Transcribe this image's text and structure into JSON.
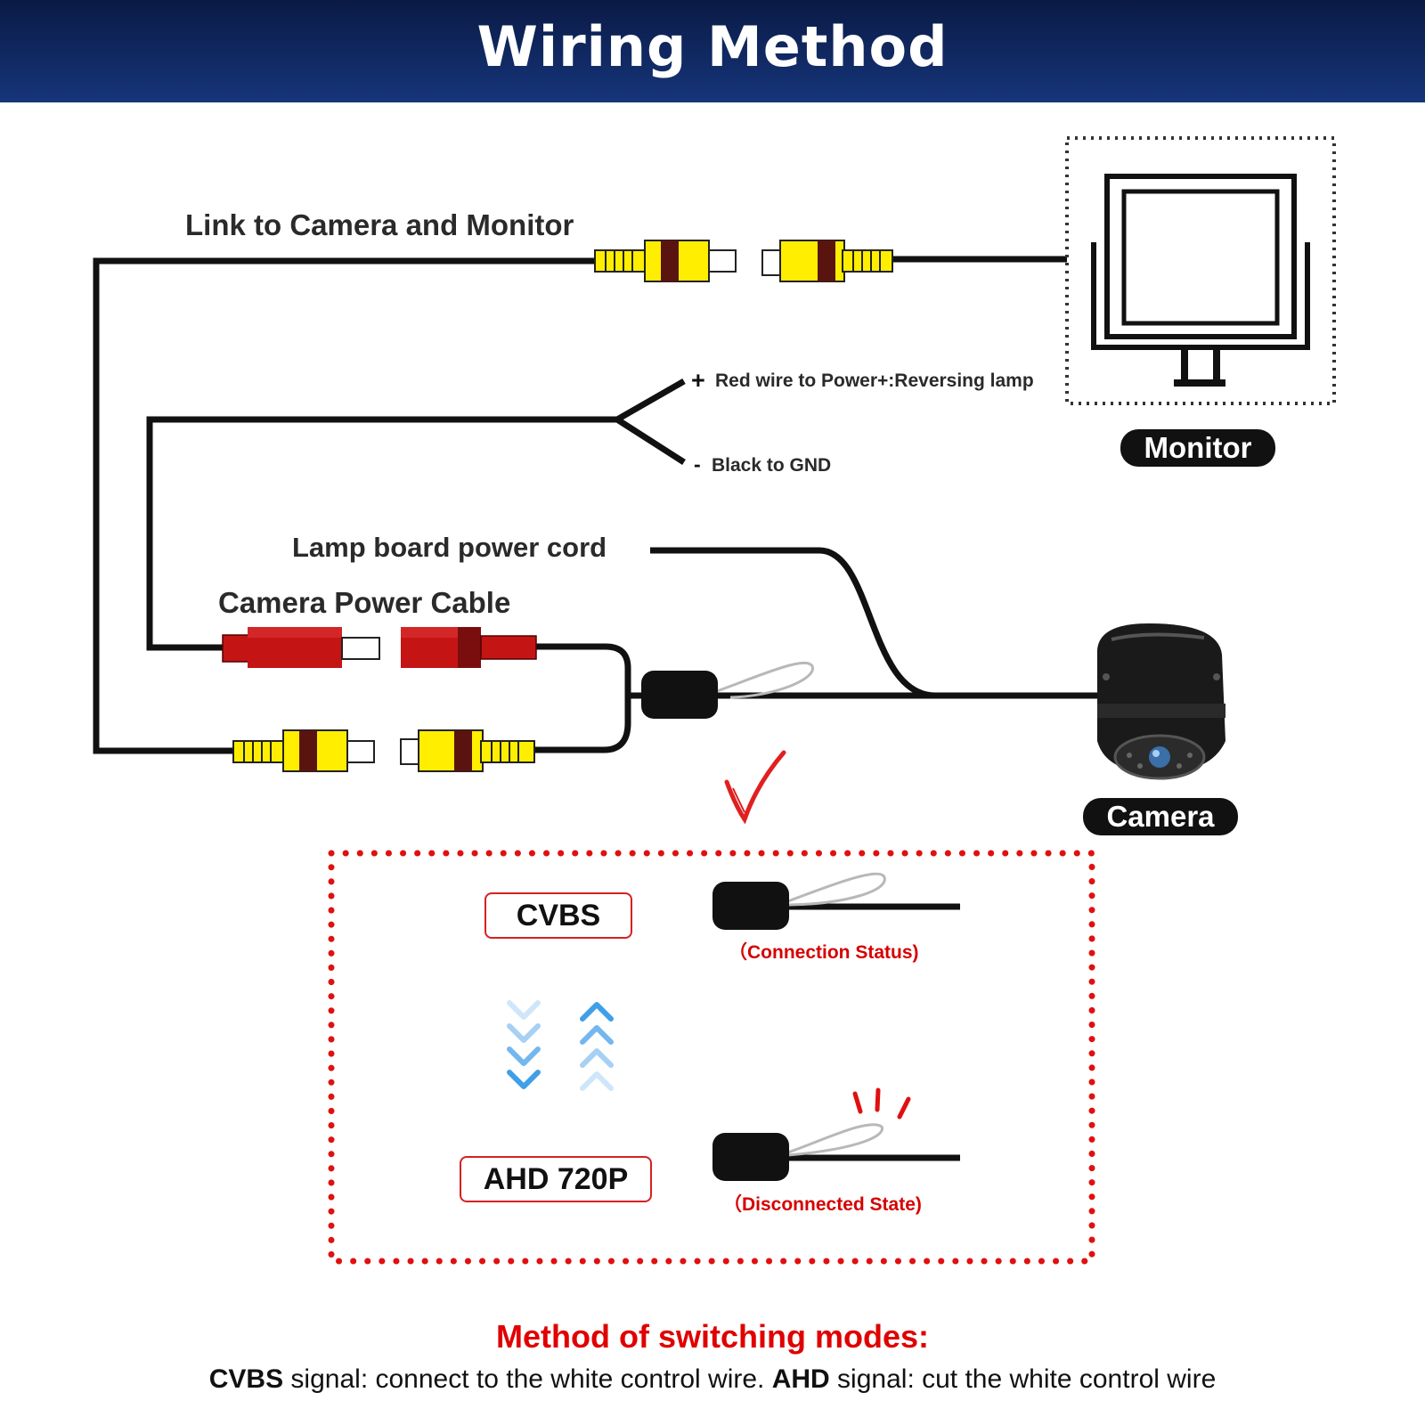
{
  "header": {
    "title": "Wiring Method"
  },
  "labels": {
    "link": "Link to Camera and Monitor",
    "red_wire": "Red wire to Power+:Reversing lamp",
    "black_wire": "Black to GND",
    "plus_sign": "+",
    "minus_sign": "-",
    "lamp_cord": "Lamp board power cord",
    "camera_power": "Camera Power Cable",
    "monitor": "Monitor",
    "camera": "Camera"
  },
  "modes": {
    "cvbs": {
      "name": "CVBS",
      "state": "（Connection Status)"
    },
    "ahd": {
      "name": "AHD 720P",
      "state": "（Disconnected State)"
    }
  },
  "footer": {
    "title": "Method of switching modes:",
    "cvbs_bold": "CVBS",
    "cvbs_text": " signal: connect to the white control wire. ",
    "ahd_bold": "AHD",
    "ahd_text": " signal: cut the white control wire"
  },
  "colors": {
    "header_bg": "#0f2660",
    "accent_red": "#d62020",
    "rca_yellow": "#ffee00",
    "power_red": "#c41414",
    "arrow_blue": "#3f9fe8"
  },
  "icons": [
    "monitor-icon",
    "camera-icon",
    "checkmark-icon",
    "chevron-down-icon",
    "chevron-up-icon",
    "spark-icon"
  ]
}
